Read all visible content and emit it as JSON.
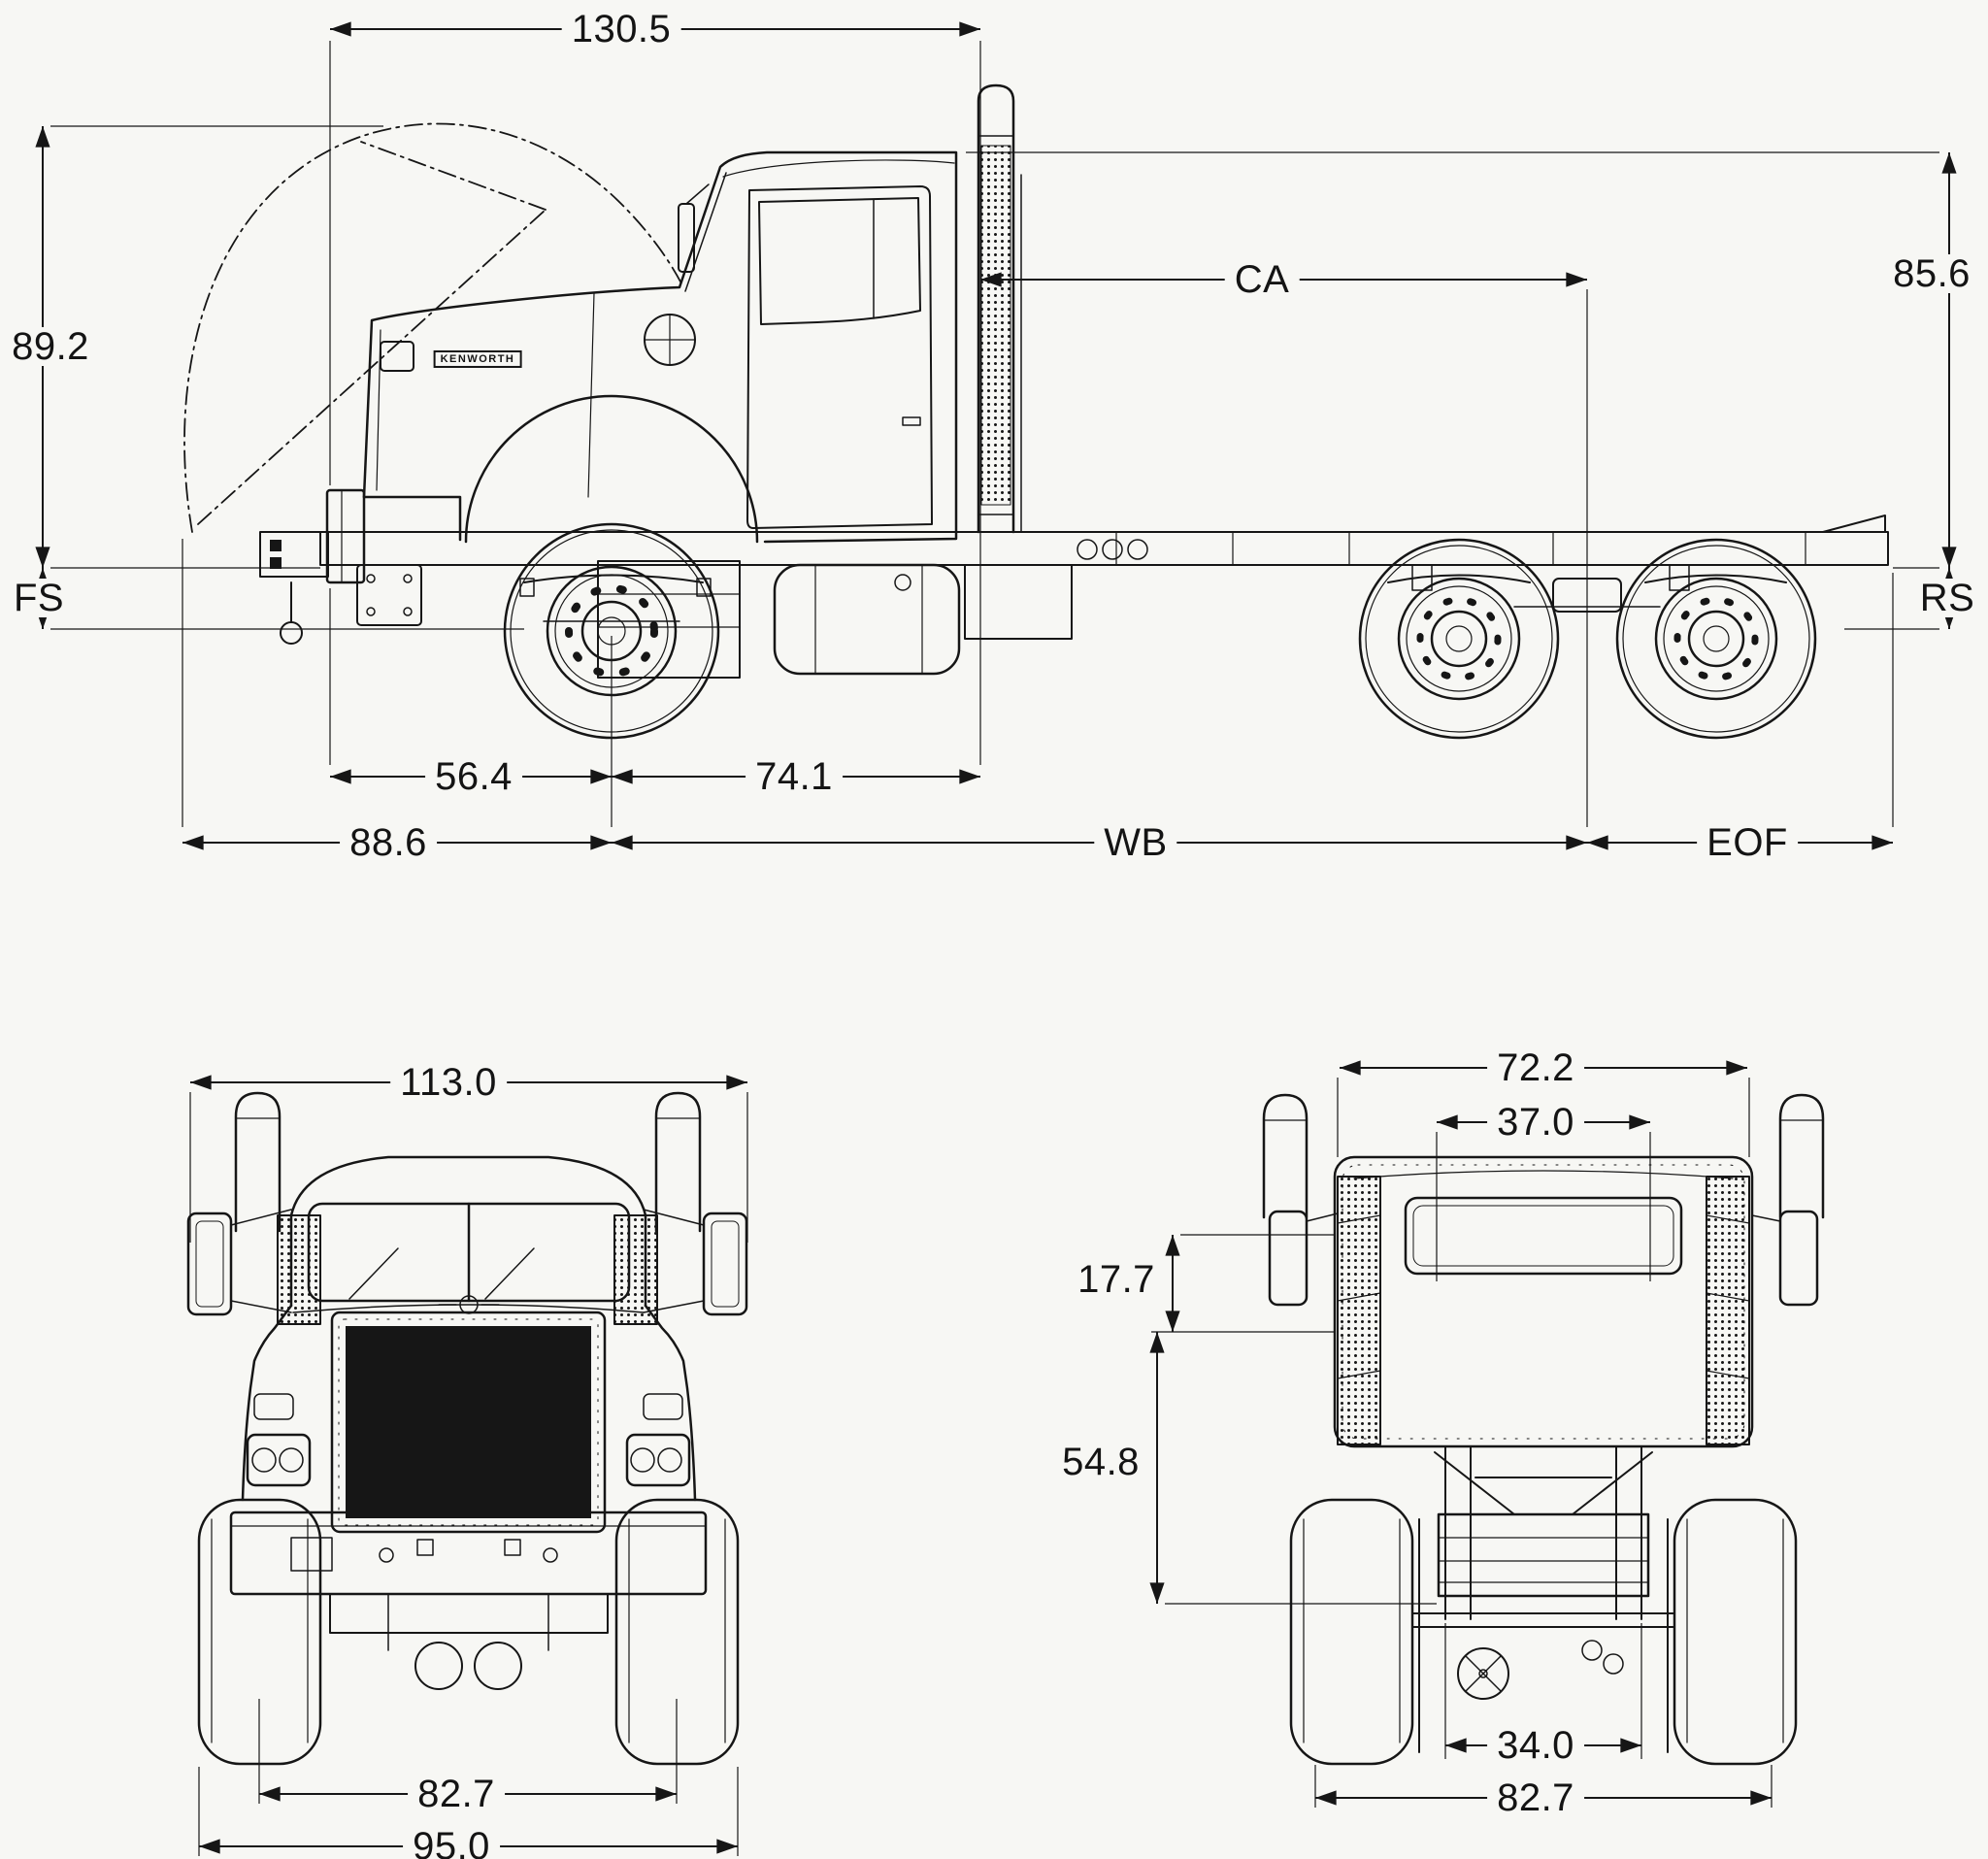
{
  "page": {
    "background": "#f7f7f4",
    "line_color": "#161616",
    "grille_fill": "#161616"
  },
  "brand": {
    "logo_text": "KENWORTH"
  },
  "side_view": {
    "dims": {
      "bbc": "130.5",
      "hood_tilt_height": "89.2",
      "cab_height": "85.6",
      "cab_to_axle": "CA",
      "front_suspension": "FS",
      "rear_suspension": "RS",
      "bumper_to_axle": "56.4",
      "axle_to_back_of_cab": "74.1",
      "front_overhang": "88.6",
      "wheelbase": "WB",
      "end_of_frame": "EOF"
    }
  },
  "front_view": {
    "dims": {
      "overall_width": "113.0",
      "front_track": "82.7",
      "overall_tire_width": "95.0"
    }
  },
  "rear_view": {
    "dims": {
      "rear_width": "72.2",
      "inner_width": "37.0",
      "upper_height": "17.7",
      "mid_height": "54.8",
      "frame_width": "34.0",
      "rear_track": "82.7"
    }
  }
}
